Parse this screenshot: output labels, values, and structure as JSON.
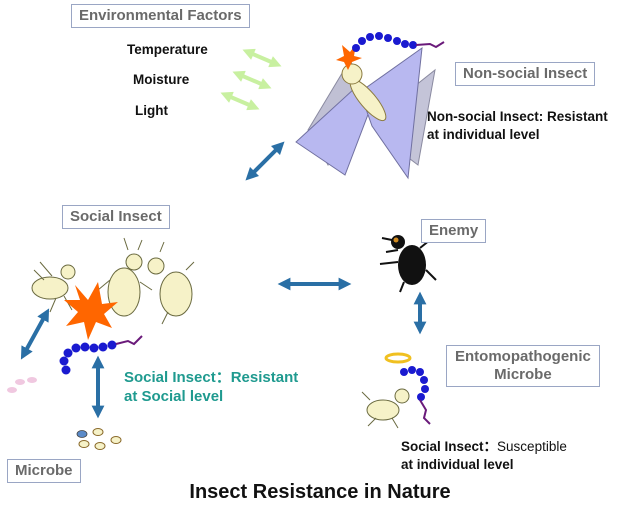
{
  "labels": {
    "environmental_factors": "Environmental Factors",
    "non_social_insect": "Non-social Insect",
    "social_insect": "Social Insect",
    "enemy": "Enemy",
    "entomopathogenic_microbe_line1": "Entomopathogenic",
    "entomopathogenic_microbe_line2": "Microbe",
    "microbe": "Microbe"
  },
  "factors": [
    "Temperature",
    "Moisture",
    "Light"
  ],
  "notes": {
    "non_social_line1": "Non-social Insect: Resistant",
    "non_social_line2": "at individual level",
    "social_line1": "Social Insect：Resistant",
    "social_line2": "at Social level",
    "susceptible_prefix": "Social Insect：",
    "susceptible_word": "Susceptible",
    "susceptible_line2": "at individual level"
  },
  "title": "Insect Resistance in Nature",
  "colors": {
    "arrow": "#2a6fa5",
    "box_border": "#9aa6c4",
    "label_gray": "#6a6a6a",
    "teal_text": "#1f9a8f",
    "light_arrow": "#c8f0a0",
    "wing_fill": "#b8b8f0",
    "insect_body": "#f6f2c8",
    "microbe_chain": "#1a1ad0",
    "fungal_hypha": "#6a1a7a",
    "burst": "#ff6600",
    "halo": "#f0c020"
  }
}
